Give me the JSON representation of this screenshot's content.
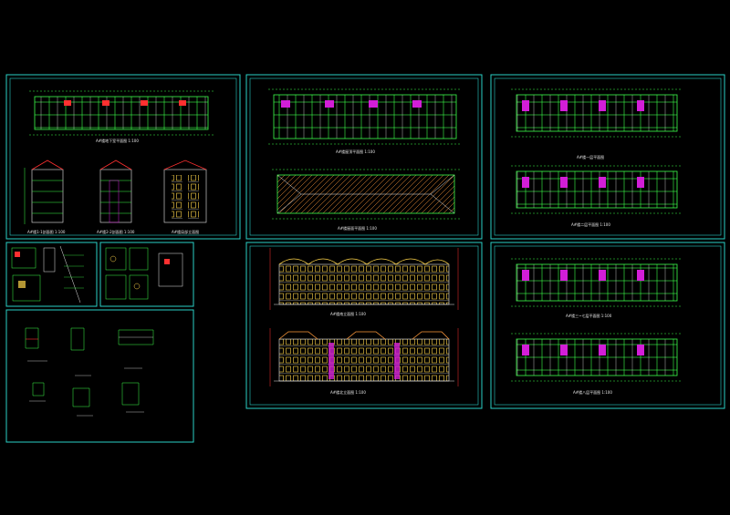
{
  "sheets": [
    {
      "id": "sheet-a",
      "captions": [
        "A#楼地下室平面图 1:100",
        "A#楼1-1剖面图 1:100",
        "A#楼2-2剖面图 1:100",
        "A#楼局部立面图"
      ]
    },
    {
      "id": "sheet-b",
      "captions": [
        "A#楼屋顶平面图 1:100",
        "A#楼屋面平面图 1:100"
      ]
    },
    {
      "id": "sheet-c",
      "captions": [
        "A#楼一层平面图",
        "A#楼二层平面图 1:100"
      ]
    },
    {
      "id": "sheet-d",
      "captions": [
        "A#楼南立面图 1:100",
        "A#楼北立面图 1:100"
      ]
    },
    {
      "id": "sheet-e",
      "captions": [
        "A#楼三~七层平面图 1:100",
        "A#楼八层平面图 1:100"
      ]
    }
  ],
  "colors": {
    "frame": "#2ad0c6",
    "line_green": "#3cff4a",
    "line_white": "#e8e8e8",
    "accent_magenta": "#d21ed7",
    "accent_yellow": "#ffd54a",
    "accent_red": "#ff3030",
    "accent_orange": "#ff9a3c"
  }
}
